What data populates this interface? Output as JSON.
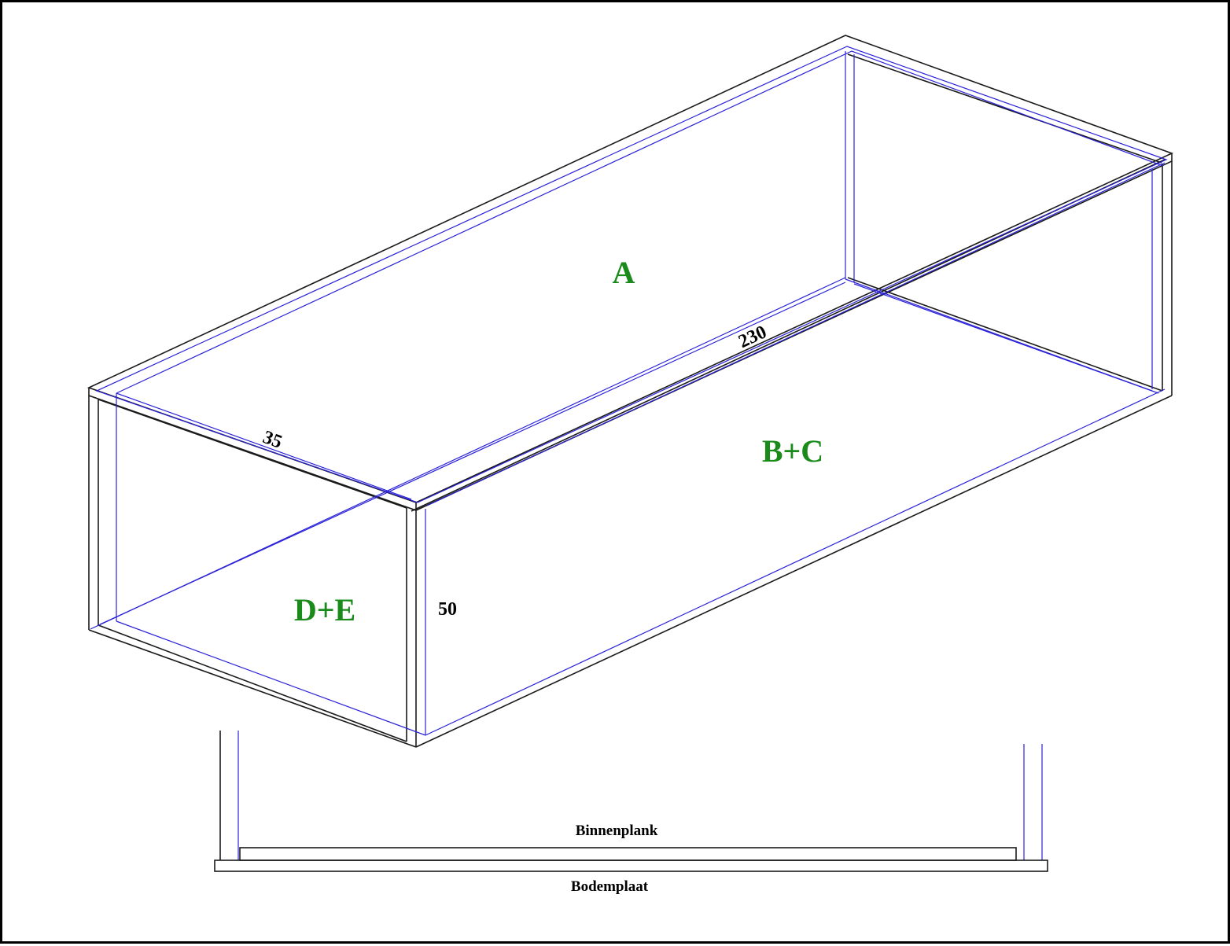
{
  "colors": {
    "outline": "#1a1a1a",
    "inner_line": "#2b22d8",
    "panel_label": "#1a8a1a"
  },
  "panels": {
    "top": "A",
    "front": "B+C",
    "side": "D+E"
  },
  "dimensions": {
    "length": "230",
    "depth": "35",
    "height": "50"
  },
  "section": {
    "inner_shelf": "Binnenplank",
    "bottom_plate": "Bodemplaat"
  }
}
